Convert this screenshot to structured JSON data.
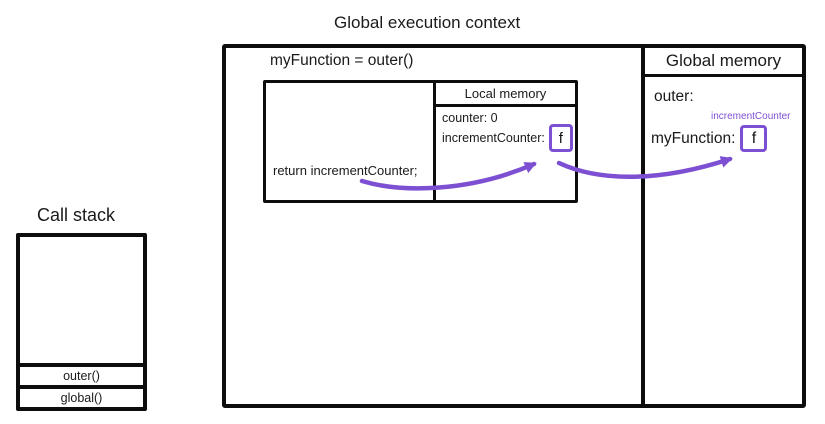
{
  "title": "Global execution context",
  "call_stack": {
    "title": "Call stack",
    "frames": [
      "outer()",
      "global()"
    ]
  },
  "global_context": {
    "assignment": "myFunction = outer()",
    "local_context": {
      "code": "return incrementCounter;",
      "local_memory": {
        "header": "Local memory",
        "counter_entry": "counter: 0",
        "function_label": "incrementCounter:",
        "function_value": "f"
      }
    },
    "global_memory": {
      "header": "Global memory",
      "outer_label": "outer:",
      "function_label": "myFunction:",
      "function_value": "f",
      "function_annotation": "incrementCounter"
    }
  },
  "colors": {
    "arrow_purple": "#7d4fd3",
    "ink_black": "#0d0d0d"
  }
}
